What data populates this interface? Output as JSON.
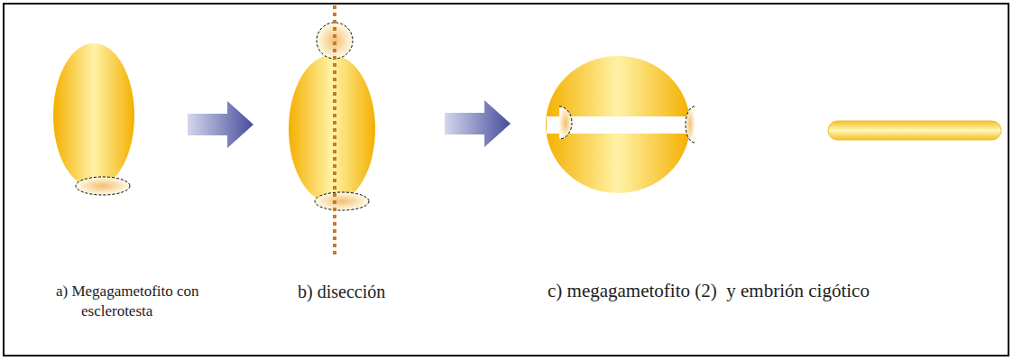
{
  "diagram": {
    "labels": [
      "a) Megagametofito con esclerotesta",
      "b) disección",
      "c) megagametofito (2)  y embrión cigótico"
    ]
  }
}
